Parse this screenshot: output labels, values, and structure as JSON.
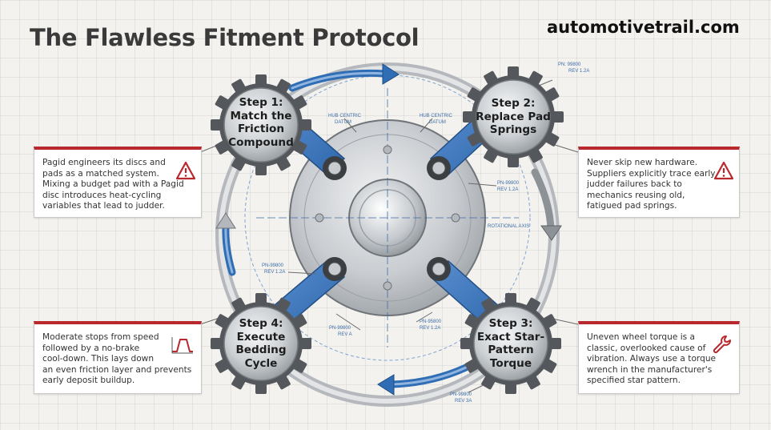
{
  "title": "The Flawless Fitment Protocol",
  "brand": "automotivetrail.com",
  "steps": [
    {
      "lines": [
        "Step 1:",
        "Match the",
        "Friction",
        "Compound"
      ]
    },
    {
      "lines": [
        "Step 2:",
        "Replace Pad",
        "Springs"
      ]
    },
    {
      "lines": [
        "Step 3:",
        "Exact Star-",
        "Pattern",
        "Torque"
      ]
    },
    {
      "lines": [
        "Step 4:",
        "Execute",
        "Bedding",
        "Cycle"
      ]
    }
  ],
  "callouts": [
    {
      "lines": [
        "Pagid engineers its discs and",
        "pads as a matched system.",
        "Mixing a budget pad with a Pagid",
        "disc introduces heat-cycling",
        "variables that lead to judder."
      ],
      "icon": "warning-triangle-icon"
    },
    {
      "lines": [
        "Never skip new hardware.",
        "Suppliers explicitly trace early",
        "judder failures back to",
        "mechanics reusing old,",
        "fatigued pad springs."
      ],
      "icon": "warning-triangle-icon"
    },
    {
      "lines": [
        "Uneven wheel torque is a",
        "classic, overlooked cause of",
        "vibration. Always use a torque",
        "wrench in the manufacturer's",
        "specified star pattern."
      ],
      "icon": "wrench-icon"
    },
    {
      "lines": [
        "Moderate stops from speed",
        "followed by a no-brake",
        "cool-down. This lays down",
        "an even friction layer and prevents",
        "early deposit buildup."
      ],
      "icon": "bedding-curve-icon"
    }
  ],
  "tech_labels": {
    "hub_left": [
      "HUB CENTRIC",
      "DATUM"
    ],
    "hub_right": [
      "HUB CENTRIC",
      "DATUM"
    ],
    "pn_top": [
      "PN: 99800",
      "REV 1.2A"
    ],
    "pn_right": [
      "PN-99800",
      "REV 1.2A"
    ],
    "rotational_axis": "ROTATIONAL AXIS",
    "pn_left": [
      "PN-99800",
      "REV 1.2A"
    ],
    "pn_bottom_left": [
      "PN-99800",
      "REV A"
    ],
    "pn_bottom_center": [
      "PN-95800",
      "REV 1.2A"
    ],
    "pn_bottom": [
      "PN-99800",
      "REV 3A"
    ]
  },
  "colors": {
    "accent_red": "#b8282c",
    "arrow_blue": "#2f6db4",
    "steel": "#b9bdc1"
  }
}
